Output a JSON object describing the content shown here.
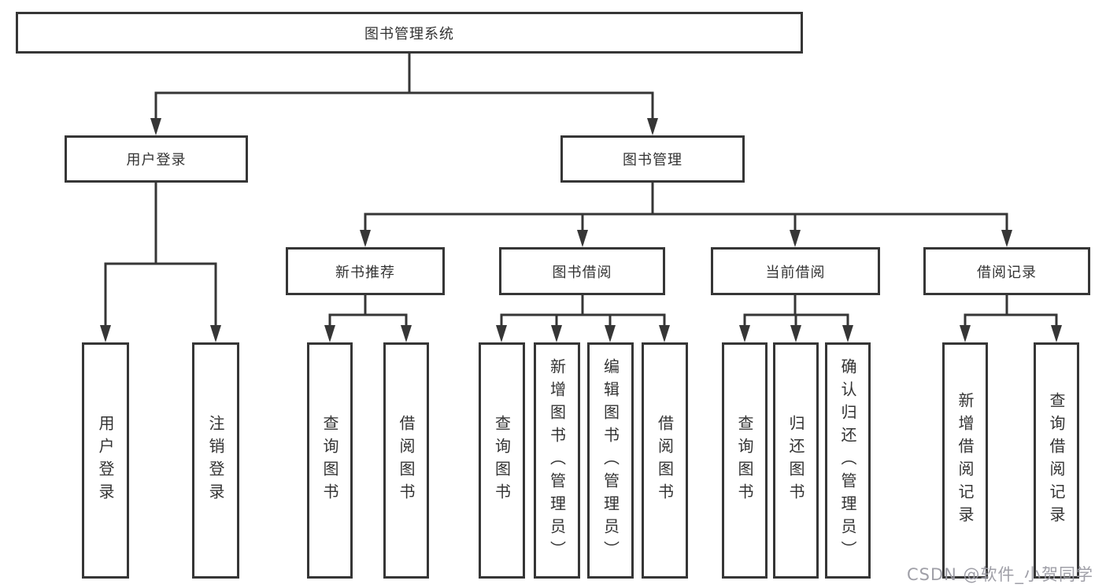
{
  "diagram": {
    "title": "图书管理系统",
    "branches": [
      {
        "label": "用户登录",
        "children": [
          {
            "label": "用户登录"
          },
          {
            "label": "注销登录"
          }
        ]
      },
      {
        "label": "图书管理",
        "children": [
          {
            "label": "新书推荐",
            "children": [
              {
                "label": "查询图书"
              },
              {
                "label": "借阅图书"
              }
            ]
          },
          {
            "label": "图书借阅",
            "children": [
              {
                "label": "查询图书"
              },
              {
                "label": "新增图书（管理员）"
              },
              {
                "label": "编辑图书（管理员）"
              },
              {
                "label": "借阅图书"
              }
            ]
          },
          {
            "label": "当前借阅",
            "children": [
              {
                "label": "查询图书"
              },
              {
                "label": "归还图书"
              },
              {
                "label": "确认归还（管理员）"
              }
            ]
          },
          {
            "label": "借阅记录",
            "children": [
              {
                "label": "新增借阅记录"
              },
              {
                "label": "查询借阅记录"
              }
            ]
          }
        ]
      }
    ]
  },
  "watermark": {
    "text": "CSDN @软件_小贺同学"
  },
  "colors": {
    "line": "#363636",
    "text": "#333333",
    "background": "#ffffff",
    "watermark": "#9a9aa2"
  }
}
